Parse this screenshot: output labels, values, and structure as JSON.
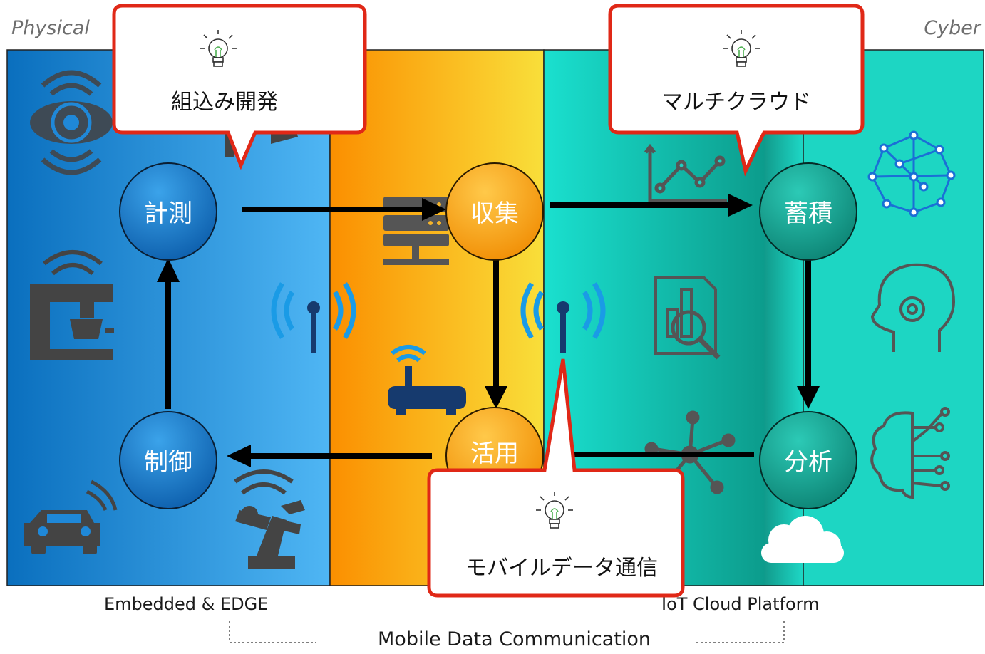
{
  "corner_labels": {
    "left": "Physical",
    "right": "Cyber"
  },
  "nodes": {
    "measure": "計測",
    "collect": "収集",
    "store": "蓄積",
    "control": "制御",
    "utilize": "活用",
    "analyze": "分析"
  },
  "callouts": {
    "embedded": "組込み開発",
    "multicloud": "マルチクラウド",
    "mobile": "モバイルデータ通信"
  },
  "bottom_labels": {
    "embedded": "Embedded & EDGE",
    "cloud": "IoT Cloud Platform",
    "mobile": "Mobile Data Communication"
  },
  "colors": {
    "embedded_band": "#1f88d8",
    "mobile_band": "#f9b820",
    "cloud_band": "#1ed9c4",
    "callout_border": "#e02817",
    "arrow": "#000000",
    "icon_gray": "#4a4a4a"
  },
  "icons": [
    "sensor-icon",
    "coffee-machine-icon",
    "car-icon",
    "robot-arm-icon",
    "server-icon",
    "router-icon",
    "antenna-icon",
    "chart-icon",
    "document-search-icon",
    "network-icon",
    "neural-net-icon",
    "head-gear-icon",
    "brain-circuit-icon",
    "cloud-icon",
    "lightbulb-icon"
  ]
}
